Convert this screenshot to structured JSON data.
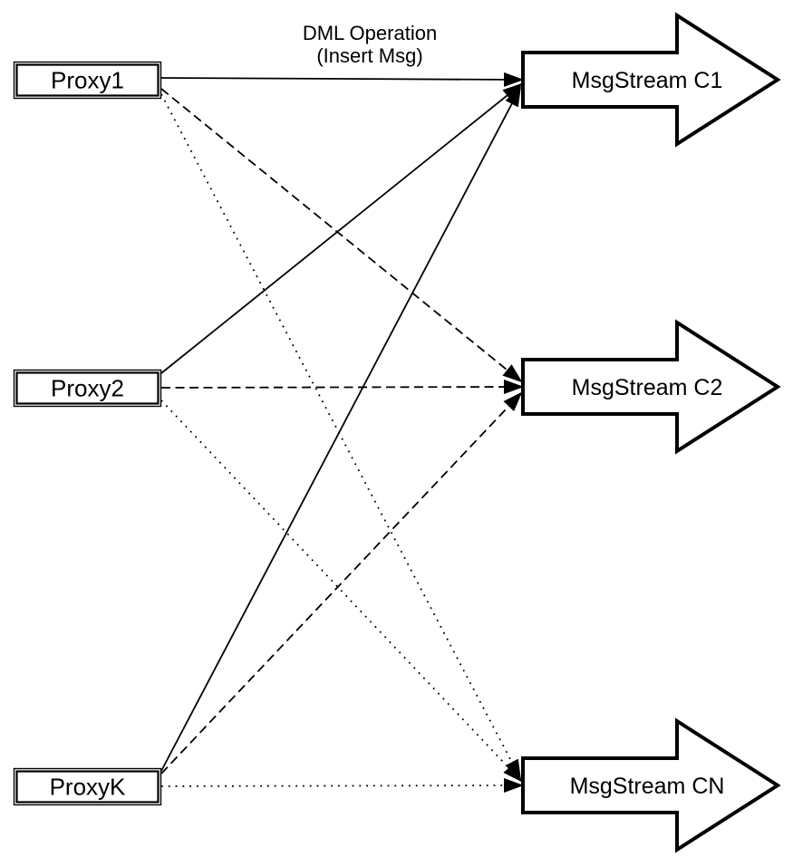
{
  "diagram": {
    "annotation": {
      "line1": "DML Operation",
      "line2": "(Insert Msg)"
    },
    "proxies": [
      {
        "id": "proxy1",
        "label": "Proxy1"
      },
      {
        "id": "proxy2",
        "label": "Proxy2"
      },
      {
        "id": "proxyK",
        "label": "ProxyK"
      }
    ],
    "streams": [
      {
        "id": "c1",
        "label": "MsgStream C1"
      },
      {
        "id": "c2",
        "label": "MsgStream C2"
      },
      {
        "id": "cn",
        "label": "MsgStream CN"
      }
    ],
    "edges": [
      {
        "from": "Proxy1",
        "to": "MsgStream C1",
        "style": "solid"
      },
      {
        "from": "Proxy2",
        "to": "MsgStream C1",
        "style": "solid"
      },
      {
        "from": "ProxyK",
        "to": "MsgStream C1",
        "style": "solid"
      },
      {
        "from": "Proxy1",
        "to": "MsgStream C2",
        "style": "dashed"
      },
      {
        "from": "Proxy2",
        "to": "MsgStream C2",
        "style": "dashed"
      },
      {
        "from": "ProxyK",
        "to": "MsgStream C2",
        "style": "dashed"
      },
      {
        "from": "Proxy1",
        "to": "MsgStream CN",
        "style": "dotted"
      },
      {
        "from": "Proxy2",
        "to": "MsgStream CN",
        "style": "dotted"
      },
      {
        "from": "ProxyK",
        "to": "MsgStream CN",
        "style": "dotted"
      }
    ],
    "colors": {
      "stroke": "#000000",
      "fill": "#ffffff",
      "background": "#ffffff"
    }
  }
}
